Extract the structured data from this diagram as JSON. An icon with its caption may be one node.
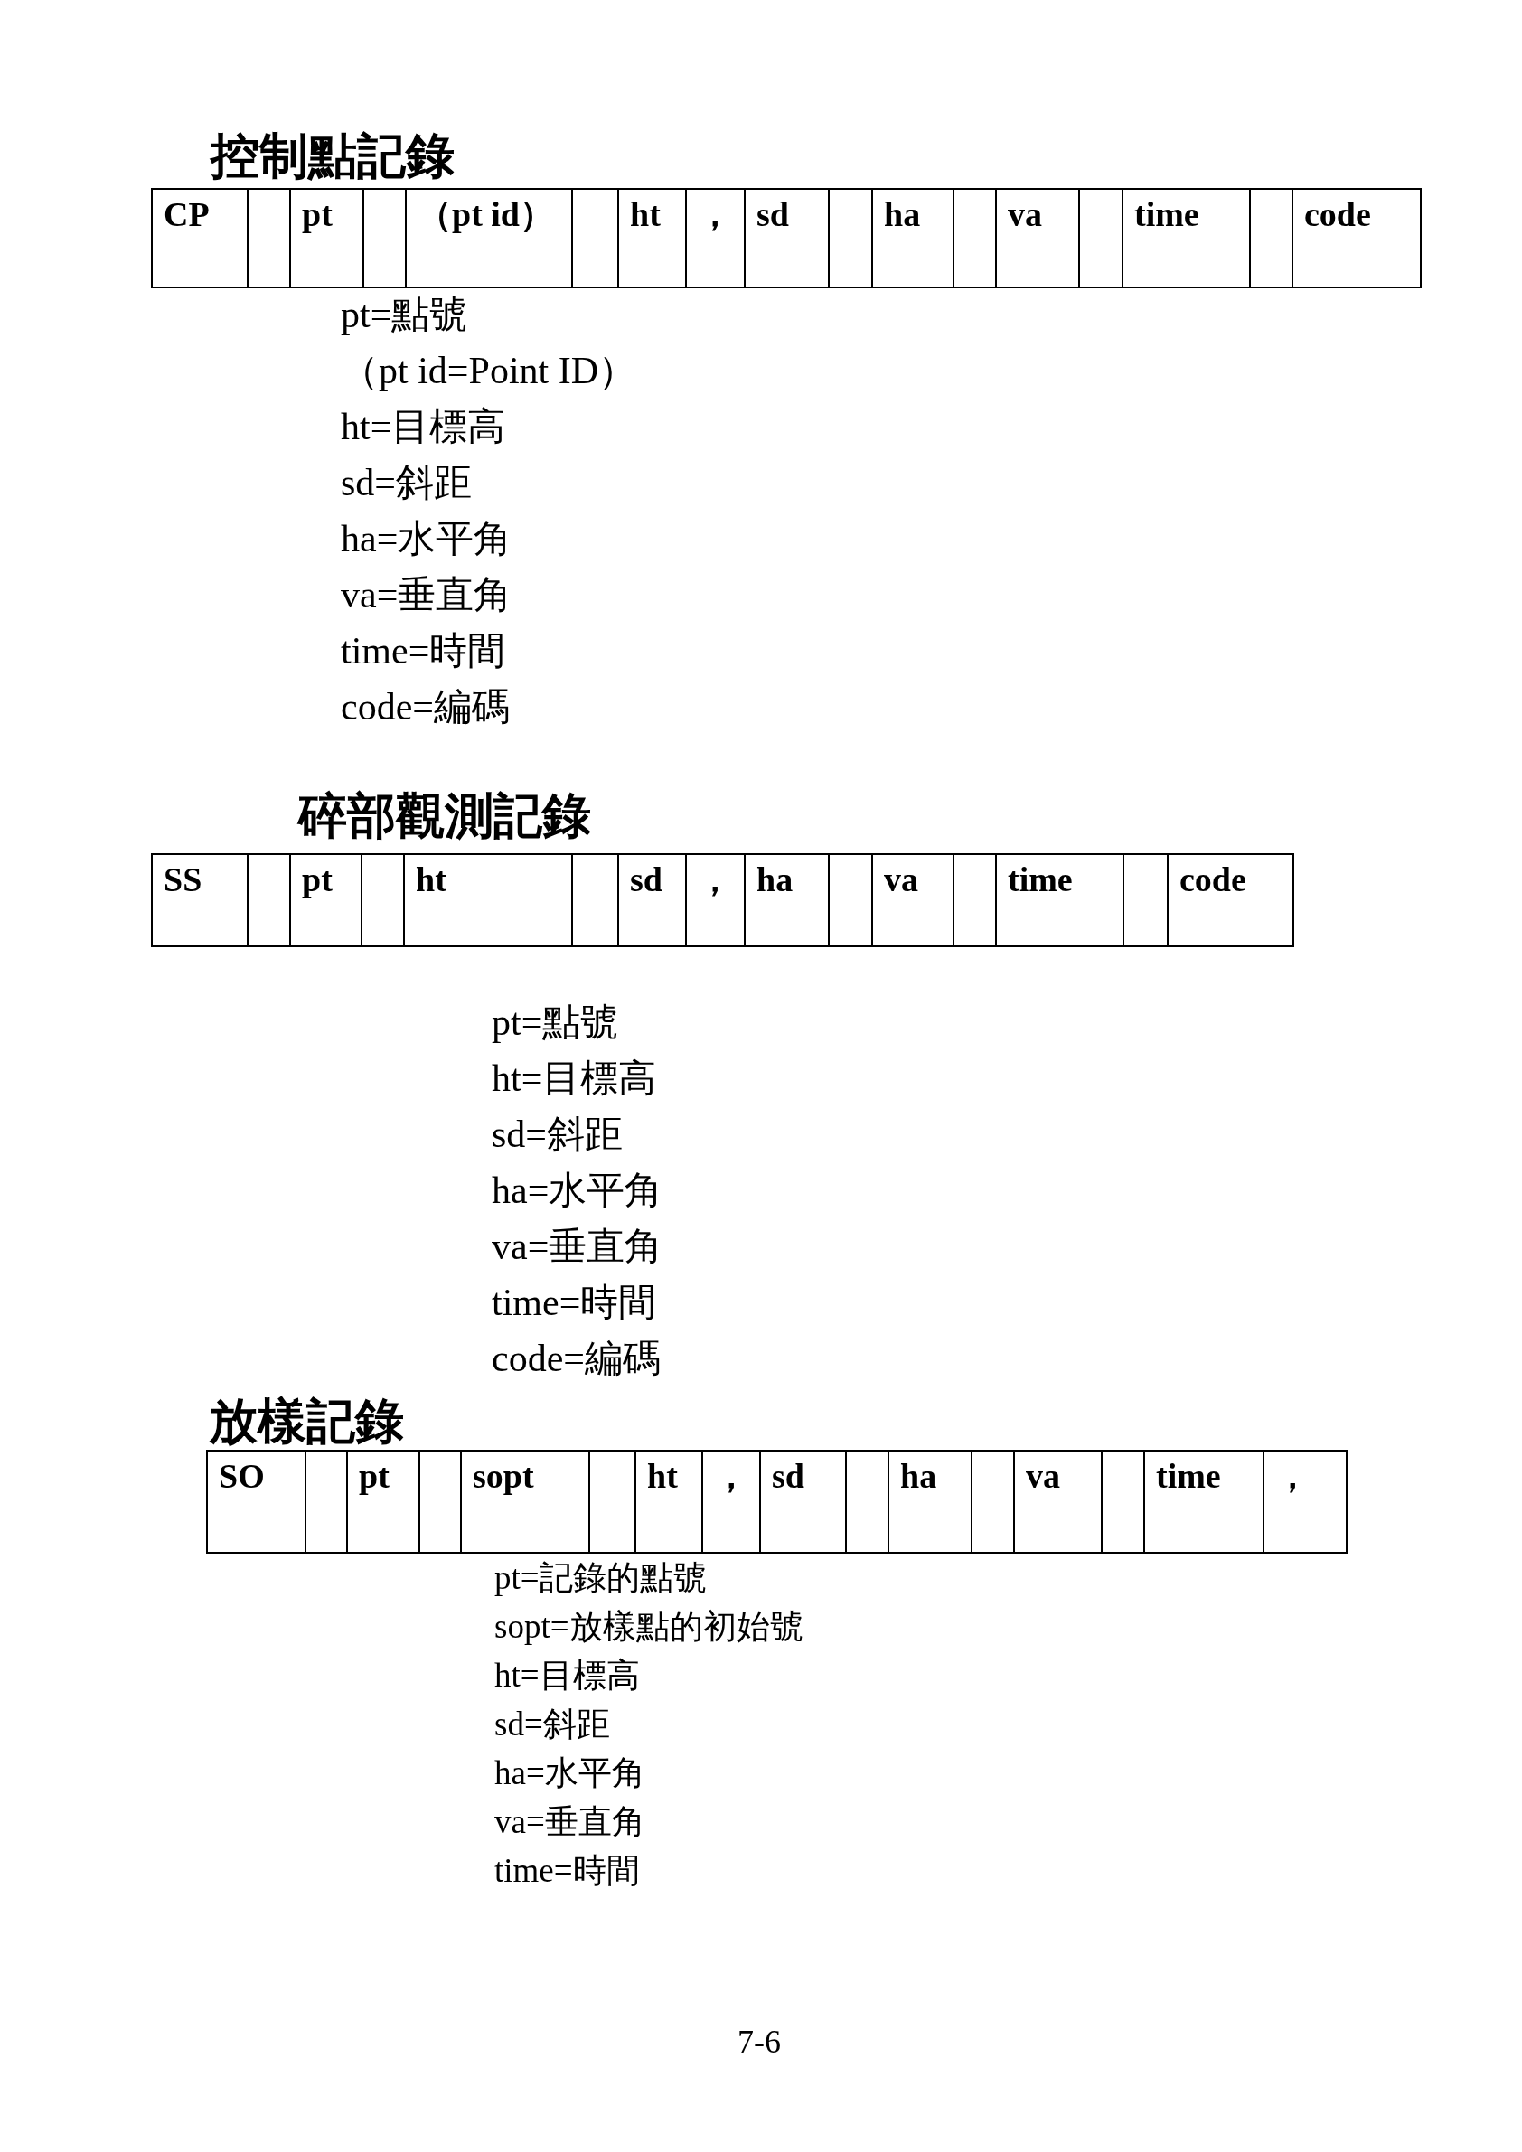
{
  "diagram": {
    "labels": [
      "控制點記錄",
      "CP",
      "pt",
      "（pt id）",
      "ht",
      "，",
      "sd",
      "ha",
      "va",
      "time",
      "code",
      "pt=點號",
      "（pt id=Point ID）",
      "ht=目標高",
      "sd=斜距",
      "ha=水平角",
      "va=垂直角",
      "time=時間",
      "code=編碼",
      "碎部觀測記錄",
      "SS",
      "pt",
      "ht",
      "sd",
      "，",
      "ha",
      "va",
      "time",
      "code",
      "pt=點號",
      "ht=目標高",
      "sd=斜距",
      "ha=水平角",
      "va=垂直角",
      "time=時間",
      "code=編碼",
      "放樣記錄",
      "SO",
      "pt",
      "sopt",
      "ht",
      "，",
      "sd",
      "ha",
      "va",
      "time",
      "，",
      "pt=記錄的點號",
      "sopt=放樣點的初始號",
      "ht=目標高",
      "sd=斜距",
      "ha=水平角",
      "va=垂直角",
      "time=時間",
      "7-6"
    ]
  }
}
